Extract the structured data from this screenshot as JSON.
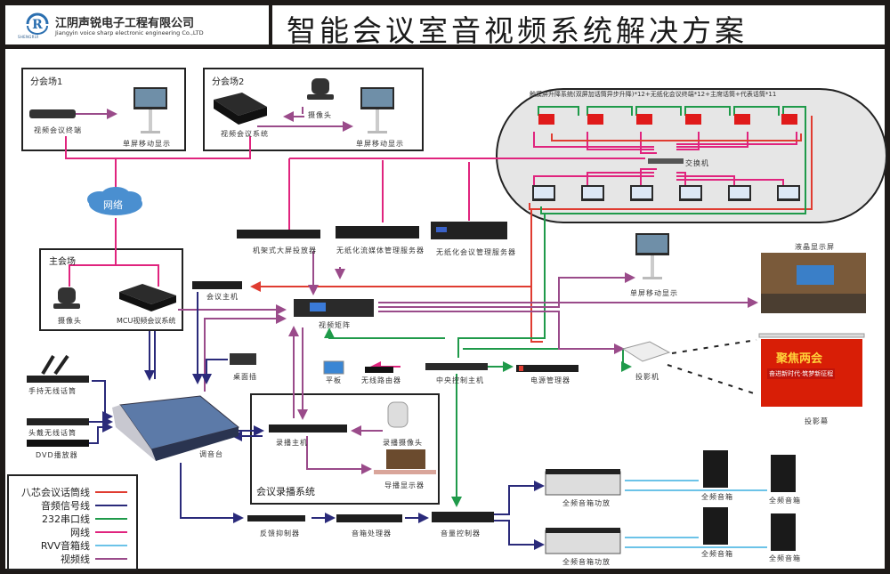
{
  "header": {
    "company_cn": "江阴声锐电子工程有限公司",
    "company_en": "Jiangyin voice sharp electronic engineering Co.,LTD",
    "logo_letter": "R",
    "logo_sub": "SHENGRUI",
    "title": "智能会议室音视频系统解决方案"
  },
  "colors": {
    "meeting_mic_line": "#e03c31",
    "audio_signal_line": "#2a2a7a",
    "rs232_line": "#1f9a4a",
    "network_line": "#e0247e",
    "rvv_speaker_line": "#6cc3e8",
    "video_line": "#9a4b8a"
  },
  "branch1": {
    "title": "分会场1",
    "terminal": "视频会议终端",
    "display": "单屏移动显示"
  },
  "branch2": {
    "title": "分会场2",
    "system": "视频会议系统",
    "camera": "摄像头",
    "display": "单屏移动显示"
  },
  "network": {
    "label": "网络"
  },
  "main_venue": {
    "title": "主会场",
    "camera": "摄像头",
    "mcu": "MCU视频会议系统"
  },
  "touch_system": {
    "caption": "触摸屏升降系统(双屏加话筒异步升降)*12+无纸化会议终端*12+主席话筒+代表话筒*11",
    "switch": "交换机",
    "nameplate_count": 6,
    "terminal_count": 6
  },
  "servers": {
    "rack_projector": "机架式大屏投放器",
    "streaming_server": "无纸化流媒体管理服务器",
    "meeting_server": "无纸化会议管理服务器"
  },
  "devices": {
    "conference_host": "会议主机",
    "video_matrix": "视频矩阵",
    "desktop_socket": "桌面插",
    "tablet": "平板",
    "wireless_router": "无线路由器",
    "central_control": "中央控制主机",
    "power_manager": "电源管理器",
    "mobile_display": "单屏移动显示",
    "lcd_screen": "液晶显示屏",
    "projector": "投影机",
    "projection_screen": "投影幕",
    "screen_banner_line1": "聚焦两会",
    "screen_banner_line2": "奋进新时代·筑梦新征程",
    "handheld_mic": "手持无线话筒",
    "headset_mic": "头戴无线话筒",
    "dvd": "DVD播放器",
    "mixer": "调音台",
    "feedback_suppressor": "反馈抑制器",
    "speaker_processor": "音箱处理器",
    "volume_controller": "音量控制器",
    "amp1": "全频音箱功放",
    "amp2": "全频音箱功放",
    "speakers": [
      "全频音箱",
      "全频音箱",
      "全频音箱",
      "全频音箱"
    ]
  },
  "recording": {
    "title": "会议录播系统",
    "host": "录播主机",
    "camera": "录播摄像头",
    "director_display": "导播显示器"
  },
  "legend": [
    {
      "label": "八芯会议话筒线",
      "color": "#e03c31"
    },
    {
      "label": "音频信号线",
      "color": "#2a2a7a"
    },
    {
      "label": "232串口线",
      "color": "#1f9a4a"
    },
    {
      "label": "网线",
      "color": "#e0247e"
    },
    {
      "label": "RVV音箱线",
      "color": "#6cc3e8"
    },
    {
      "label": "视频线",
      "color": "#9a4b8a"
    }
  ]
}
